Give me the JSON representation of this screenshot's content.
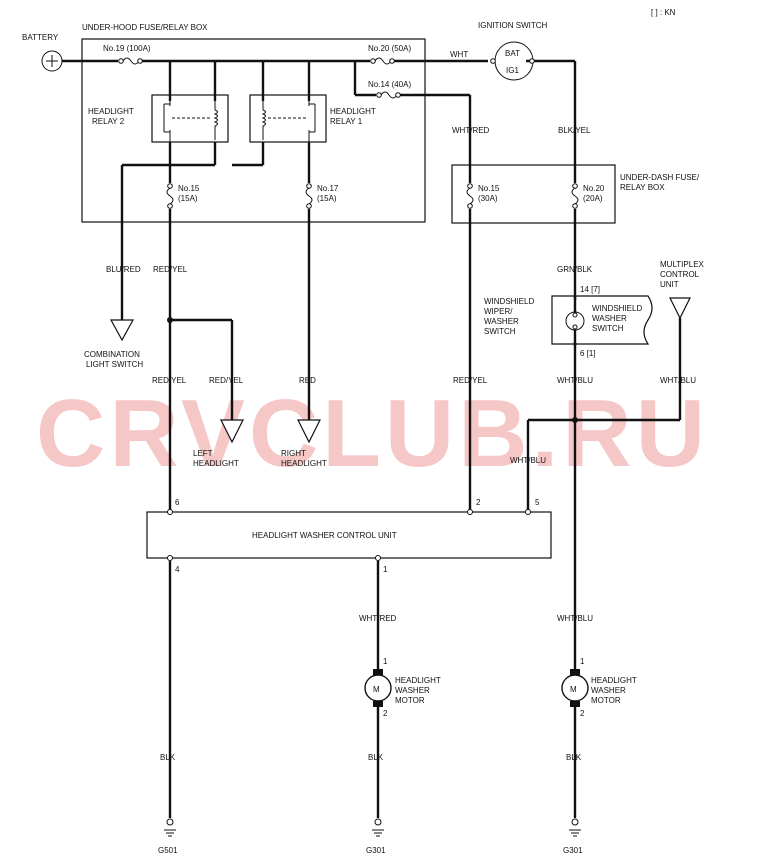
{
  "legend_note": "[  ] : KN",
  "watermark": "CRVCLUB.RU",
  "boxes": {
    "underhood": "UNDER-HOOD FUSE/RELAY BOX",
    "ignition": "IGNITION SWITCH",
    "underdash_1": "UNDER-DASH FUSE/",
    "underdash_2": "RELAY BOX",
    "control_unit": "HEADLIGHT WASHER CONTROL UNIT"
  },
  "battery": "BATTERY",
  "ign_bat": "BAT",
  "ign_ig1": "IG1",
  "fuses": {
    "f19": "No.19 (100A)",
    "f20": "No.20 (50A)",
    "f14": "No.14 (40A)",
    "f15a": "No.15",
    "f15a_r": "(15A)",
    "f17": "No.17",
    "f17_r": "(15A)",
    "f15b": "No.15",
    "f15b_r": "(30A)",
    "f20b": "No.20",
    "f20b_r": "(20A)"
  },
  "relays": {
    "r2_1": "HEADLIGHT",
    "r2_2": "RELAY 2",
    "r1_1": "HEADLIGHT",
    "r1_2": "RELAY 1"
  },
  "wires": {
    "wht": "WHT",
    "wht_red_top": "WHT/RED",
    "blk_yel": "BLK/YEL",
    "blu_red": "BLU/RED",
    "red_yel_1": "RED/YEL",
    "grn_blk": "GRN/BLK",
    "red_yel_2": "RED/YEL",
    "red_yel_3": "RED/YEL",
    "red": "RED",
    "red_yel_4": "RED/YEL",
    "wht_blu_1": "WHT/BLU",
    "wht_blu_2": "WHT/BLU",
    "wht_blu_3": "WHT/BLU",
    "wht_red_bot": "WHT/RED",
    "wht_blu_bot": "WHT/BLU",
    "blk_1": "BLK",
    "blk_2": "BLK",
    "blk_3": "BLK"
  },
  "components": {
    "combo_1": "COMBINATION",
    "combo_2": "LIGHT SWITCH",
    "left_1": "LEFT",
    "left_2": "HEADLIGHT",
    "right_1": "RIGHT",
    "right_2": "HEADLIGHT",
    "wws_1": "WINDSHIELD",
    "wws_2": "WIPER/",
    "wws_3": "WASHER",
    "wws_4": "SWITCH",
    "wwsw_1": "WINDSHIELD",
    "wwsw_2": "WASHER",
    "wwsw_3": "SWITCH",
    "mpx_1": "MULTIPLEX",
    "mpx_2": "CONTROL",
    "mpx_3": "UNIT",
    "motor_a_1": "HEADLIGHT",
    "motor_a_2": "WASHER",
    "motor_a_3": "MOTOR",
    "motor_b_1": "HEADLIGHT",
    "motor_b_2": "WASHER",
    "motor_b_3": "MOTOR",
    "motor_symbol": "M"
  },
  "pins": {
    "p14_7": "14 [7]",
    "p6_1": "6 [1]",
    "cu_6": "6",
    "cu_2": "2",
    "cu_5": "5",
    "cu_4": "4",
    "cu_1": "1",
    "ma_1": "1",
    "ma_2": "2",
    "mb_1": "1",
    "mb_2": "2"
  },
  "grounds": {
    "g1": "G501",
    "g2": "G301",
    "g3": "G301"
  }
}
